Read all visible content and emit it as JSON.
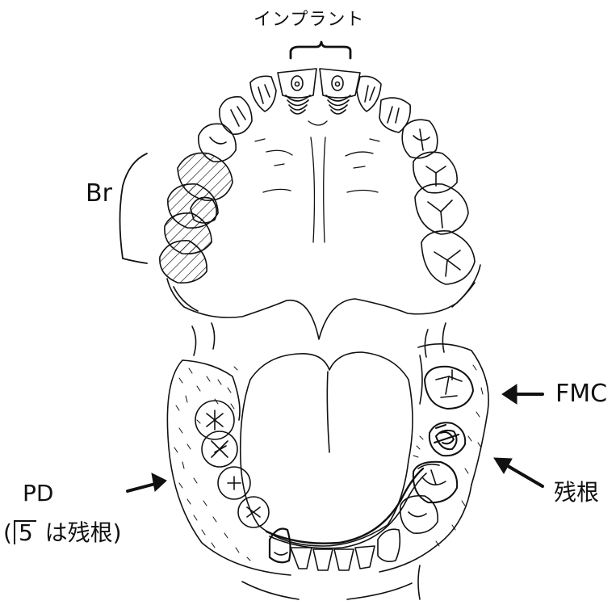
{
  "labels": {
    "implant": "インプラント",
    "bridge": "Br",
    "fmc": "FMC",
    "residual_root": "残根",
    "pd": "PD",
    "pd_note": {
      "open": "(",
      "tooth": "5",
      "text": "は残根)"
    }
  },
  "colors": {
    "line": "#111111",
    "background": "#ffffff"
  }
}
